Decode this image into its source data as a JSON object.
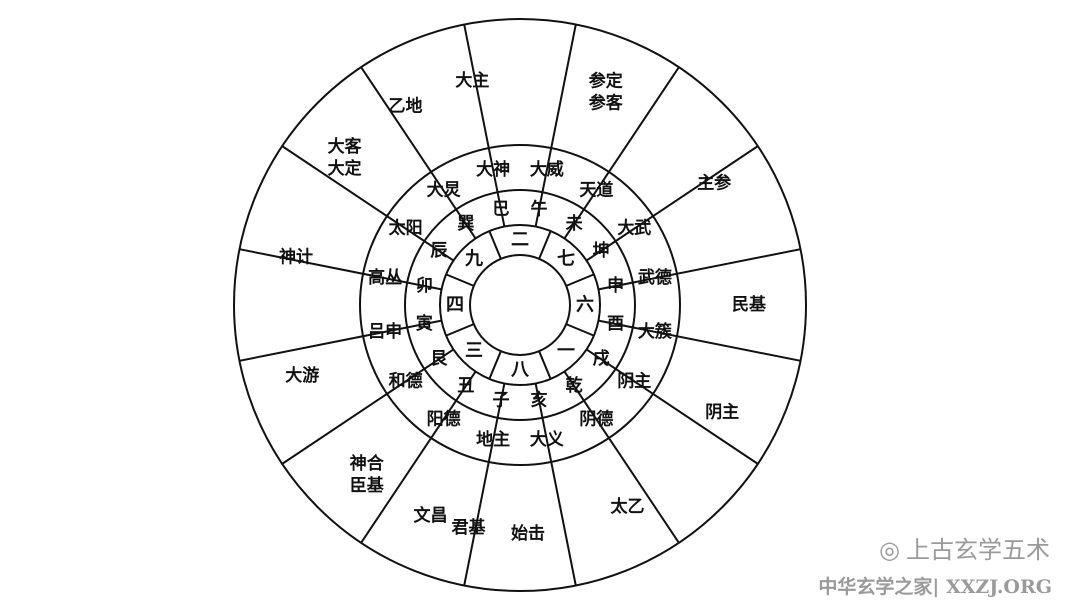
{
  "outer_ring": [
    [
      "参定",
      "参客"
    ],
    [
      "主参"
    ],
    [
      "民基"
    ],
    [
      "阴主"
    ],
    [
      "太乙"
    ],
    [
      "始击"
    ],
    [
      "君基"
    ],
    [
      "文昌"
    ],
    [
      "神合",
      "臣基"
    ],
    [
      "大游"
    ],
    [
      "神计"
    ],
    [
      "大客",
      "大定"
    ],
    [
      "乙地"
    ],
    [
      "大主"
    ]
  ],
  "spirit_ring": [
    "大威",
    "天道",
    "大武",
    "武德",
    "大簇",
    "阴主",
    "阴德",
    "大义",
    "地主",
    "阳德",
    "和德",
    "吕申",
    "高丛",
    "太阳",
    "大炅",
    "大神"
  ],
  "branch_ring": [
    "午",
    "未",
    "坤",
    "申",
    "酉",
    "戌",
    "乾",
    "亥",
    "子",
    "丑",
    "艮",
    "寅",
    "卯",
    "辰",
    "巽",
    "巳"
  ],
  "palace_numbers": [
    "二",
    "七",
    "六",
    "一",
    "八",
    "三",
    "四",
    "九"
  ],
  "watermark": {
    "brand": "上古玄学五术",
    "site": "中华玄学之家| XXZJ.ORG"
  }
}
